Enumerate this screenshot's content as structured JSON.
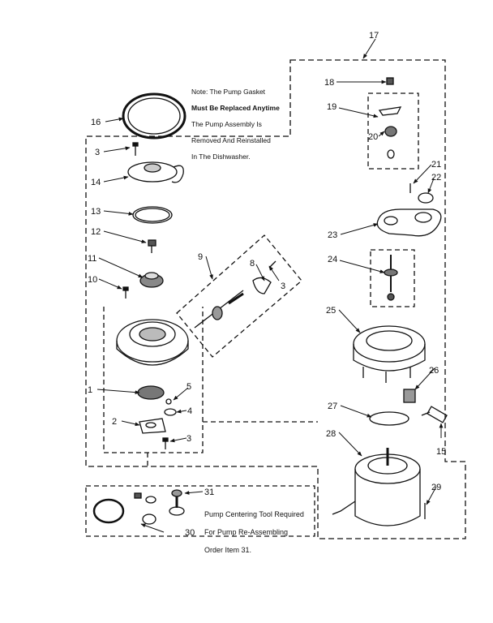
{
  "note_top": {
    "lines": [
      "Note: The Pump Gasket",
      "Must Be Replaced Anytime",
      "The Pump Assembly Is",
      "Removed And Reinstalled",
      "In The Dishwasher."
    ]
  },
  "note_tool": {
    "lines": [
      "Pump Centering Tool Required",
      "For Pump Re-Assembling",
      "Order Item 31."
    ]
  },
  "callouts": {
    "c1": "1",
    "c2": "2",
    "c3a": "3",
    "c3b": "3",
    "c3c": "3",
    "c4": "4",
    "c5": "5",
    "c8": "8",
    "c9": "9",
    "c10": "10",
    "c11": "11",
    "c12": "12",
    "c13": "13",
    "c14": "14",
    "c15": "15",
    "c16": "16",
    "c17": "17",
    "c18": "18",
    "c19": "19",
    "c20": "20",
    "c21": "21",
    "c22": "22",
    "c23": "23",
    "c24": "24",
    "c25": "25",
    "c26": "26",
    "c27": "27",
    "c28": "28",
    "c29": "29",
    "c30": "30",
    "c31": "31"
  }
}
